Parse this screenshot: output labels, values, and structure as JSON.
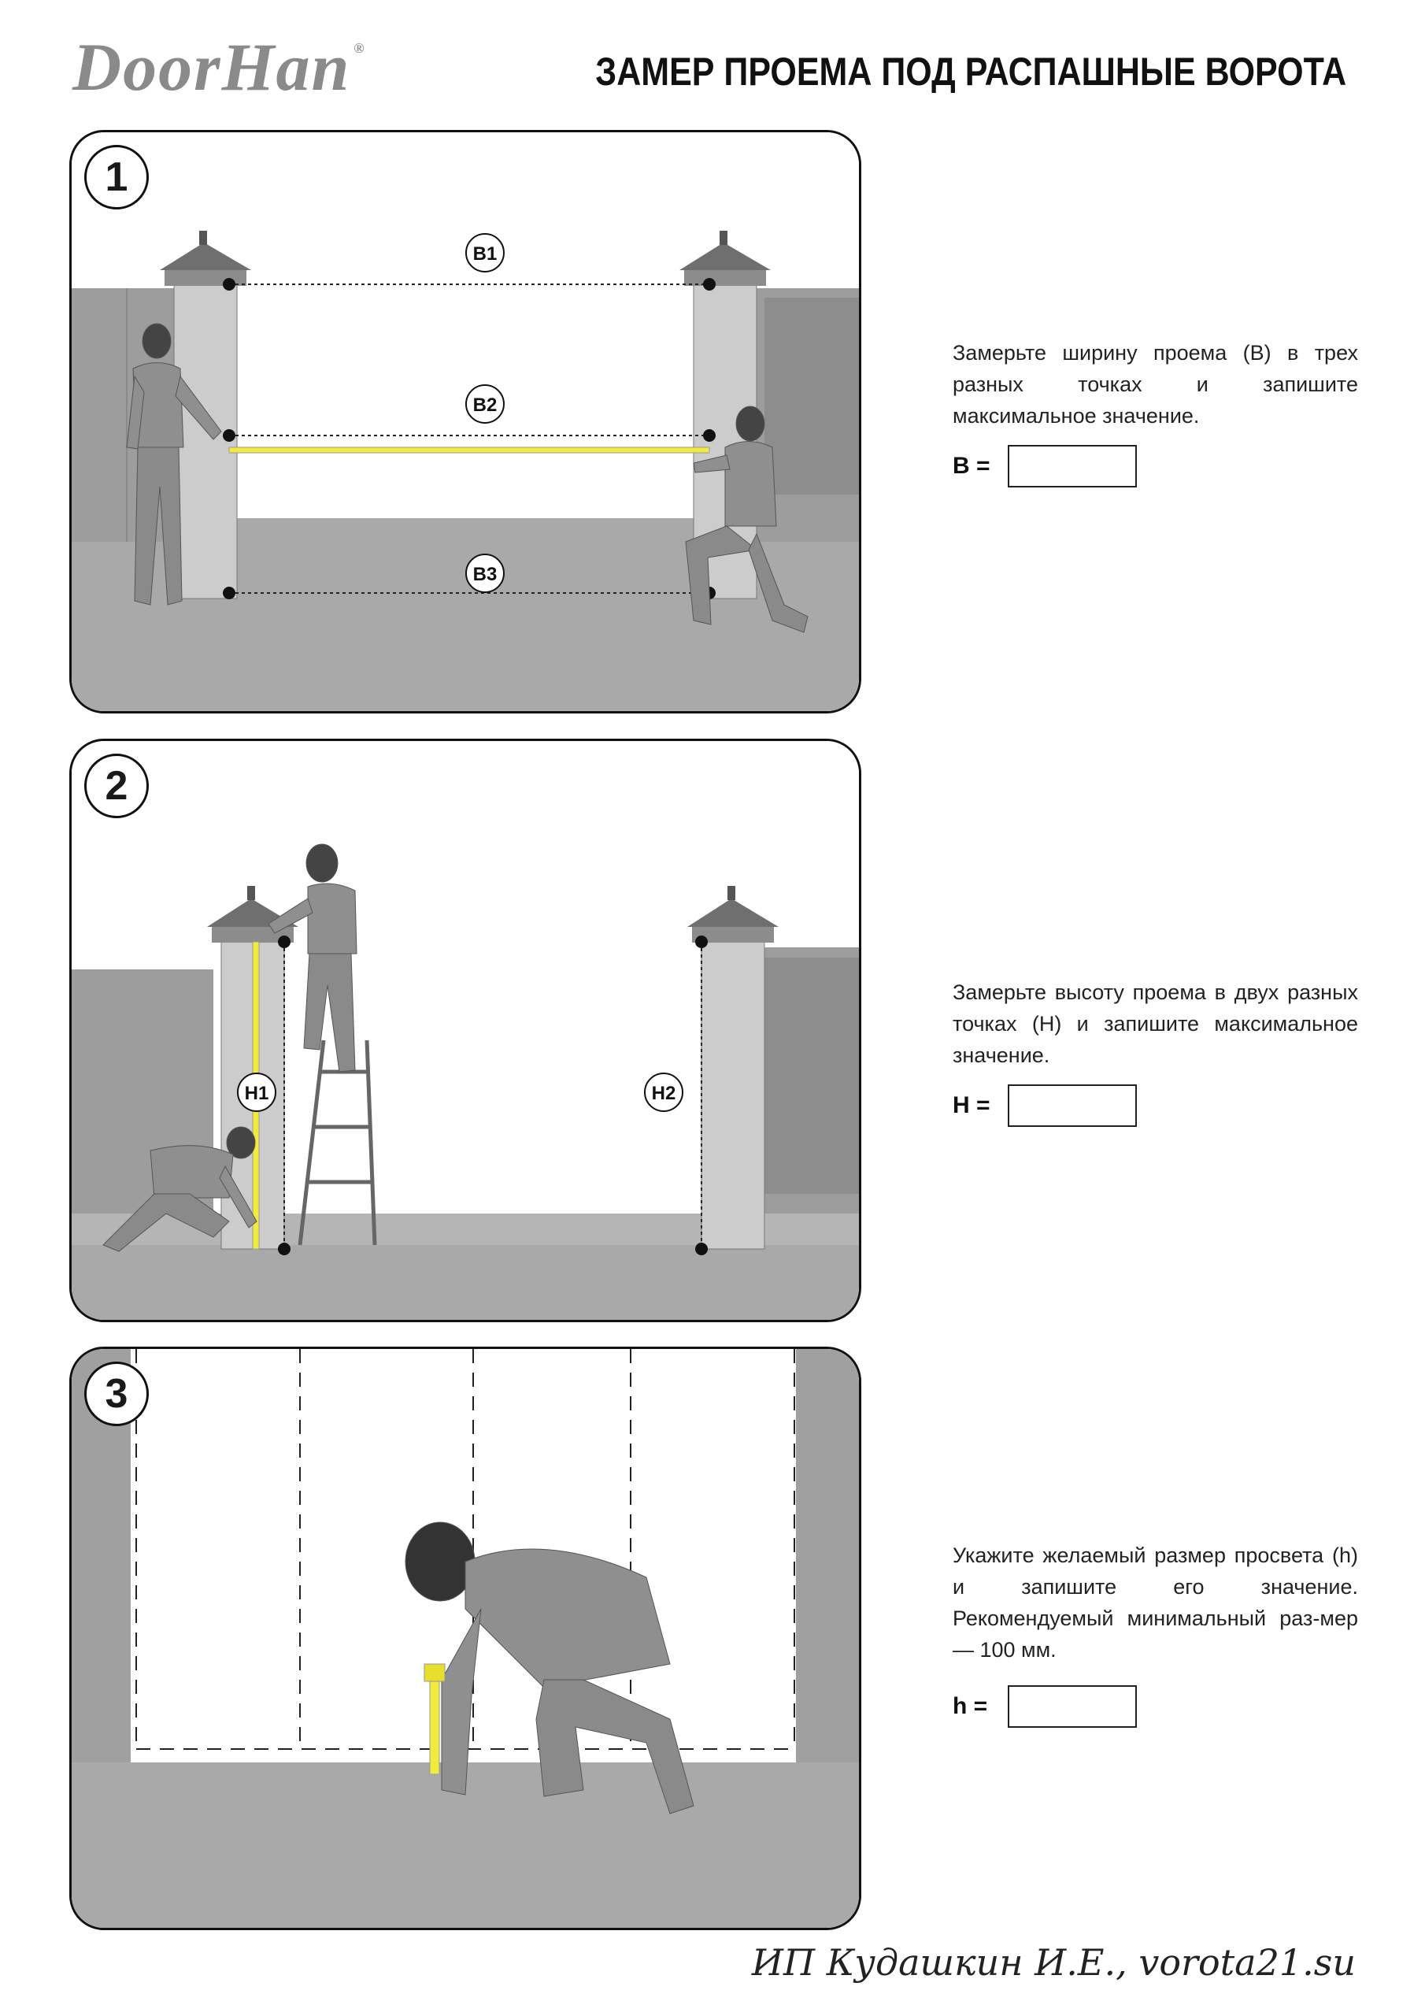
{
  "header": {
    "logo_text": "DoorHan",
    "logo_mark": "®",
    "title": "ЗАМЕР ПРОЕМА ПОД РАСПАШНЫЕ ВОРОТА"
  },
  "steps": [
    {
      "number": "1",
      "labels": [
        "B1",
        "B2",
        "B3"
      ],
      "instruction": "Замерьте ширину проема (B) в трех разных точках и запишите максимальное значение.",
      "field_label": "B =",
      "field_value": ""
    },
    {
      "number": "2",
      "labels": [
        "H1",
        "H2"
      ],
      "instruction": "Замерьте высоту проема в двух разных точках (H) и запишите максимальное значение.",
      "field_label": "H =",
      "field_value": ""
    },
    {
      "number": "3",
      "labels": [],
      "instruction": "Укажите желаемый размер просвета (h) и запишите его значение. Рекомендуемый минимальный раз-мер — 100 мм.",
      "field_label": "h =",
      "field_value": ""
    }
  ],
  "footer": {
    "text": "ИП Кудашкин И.Е., vorota21.su"
  },
  "colors": {
    "tape": "#f2ea3c",
    "ground": "#aeaeae",
    "fence": "#9a9a9a",
    "pillar": "#c9c9c9"
  }
}
